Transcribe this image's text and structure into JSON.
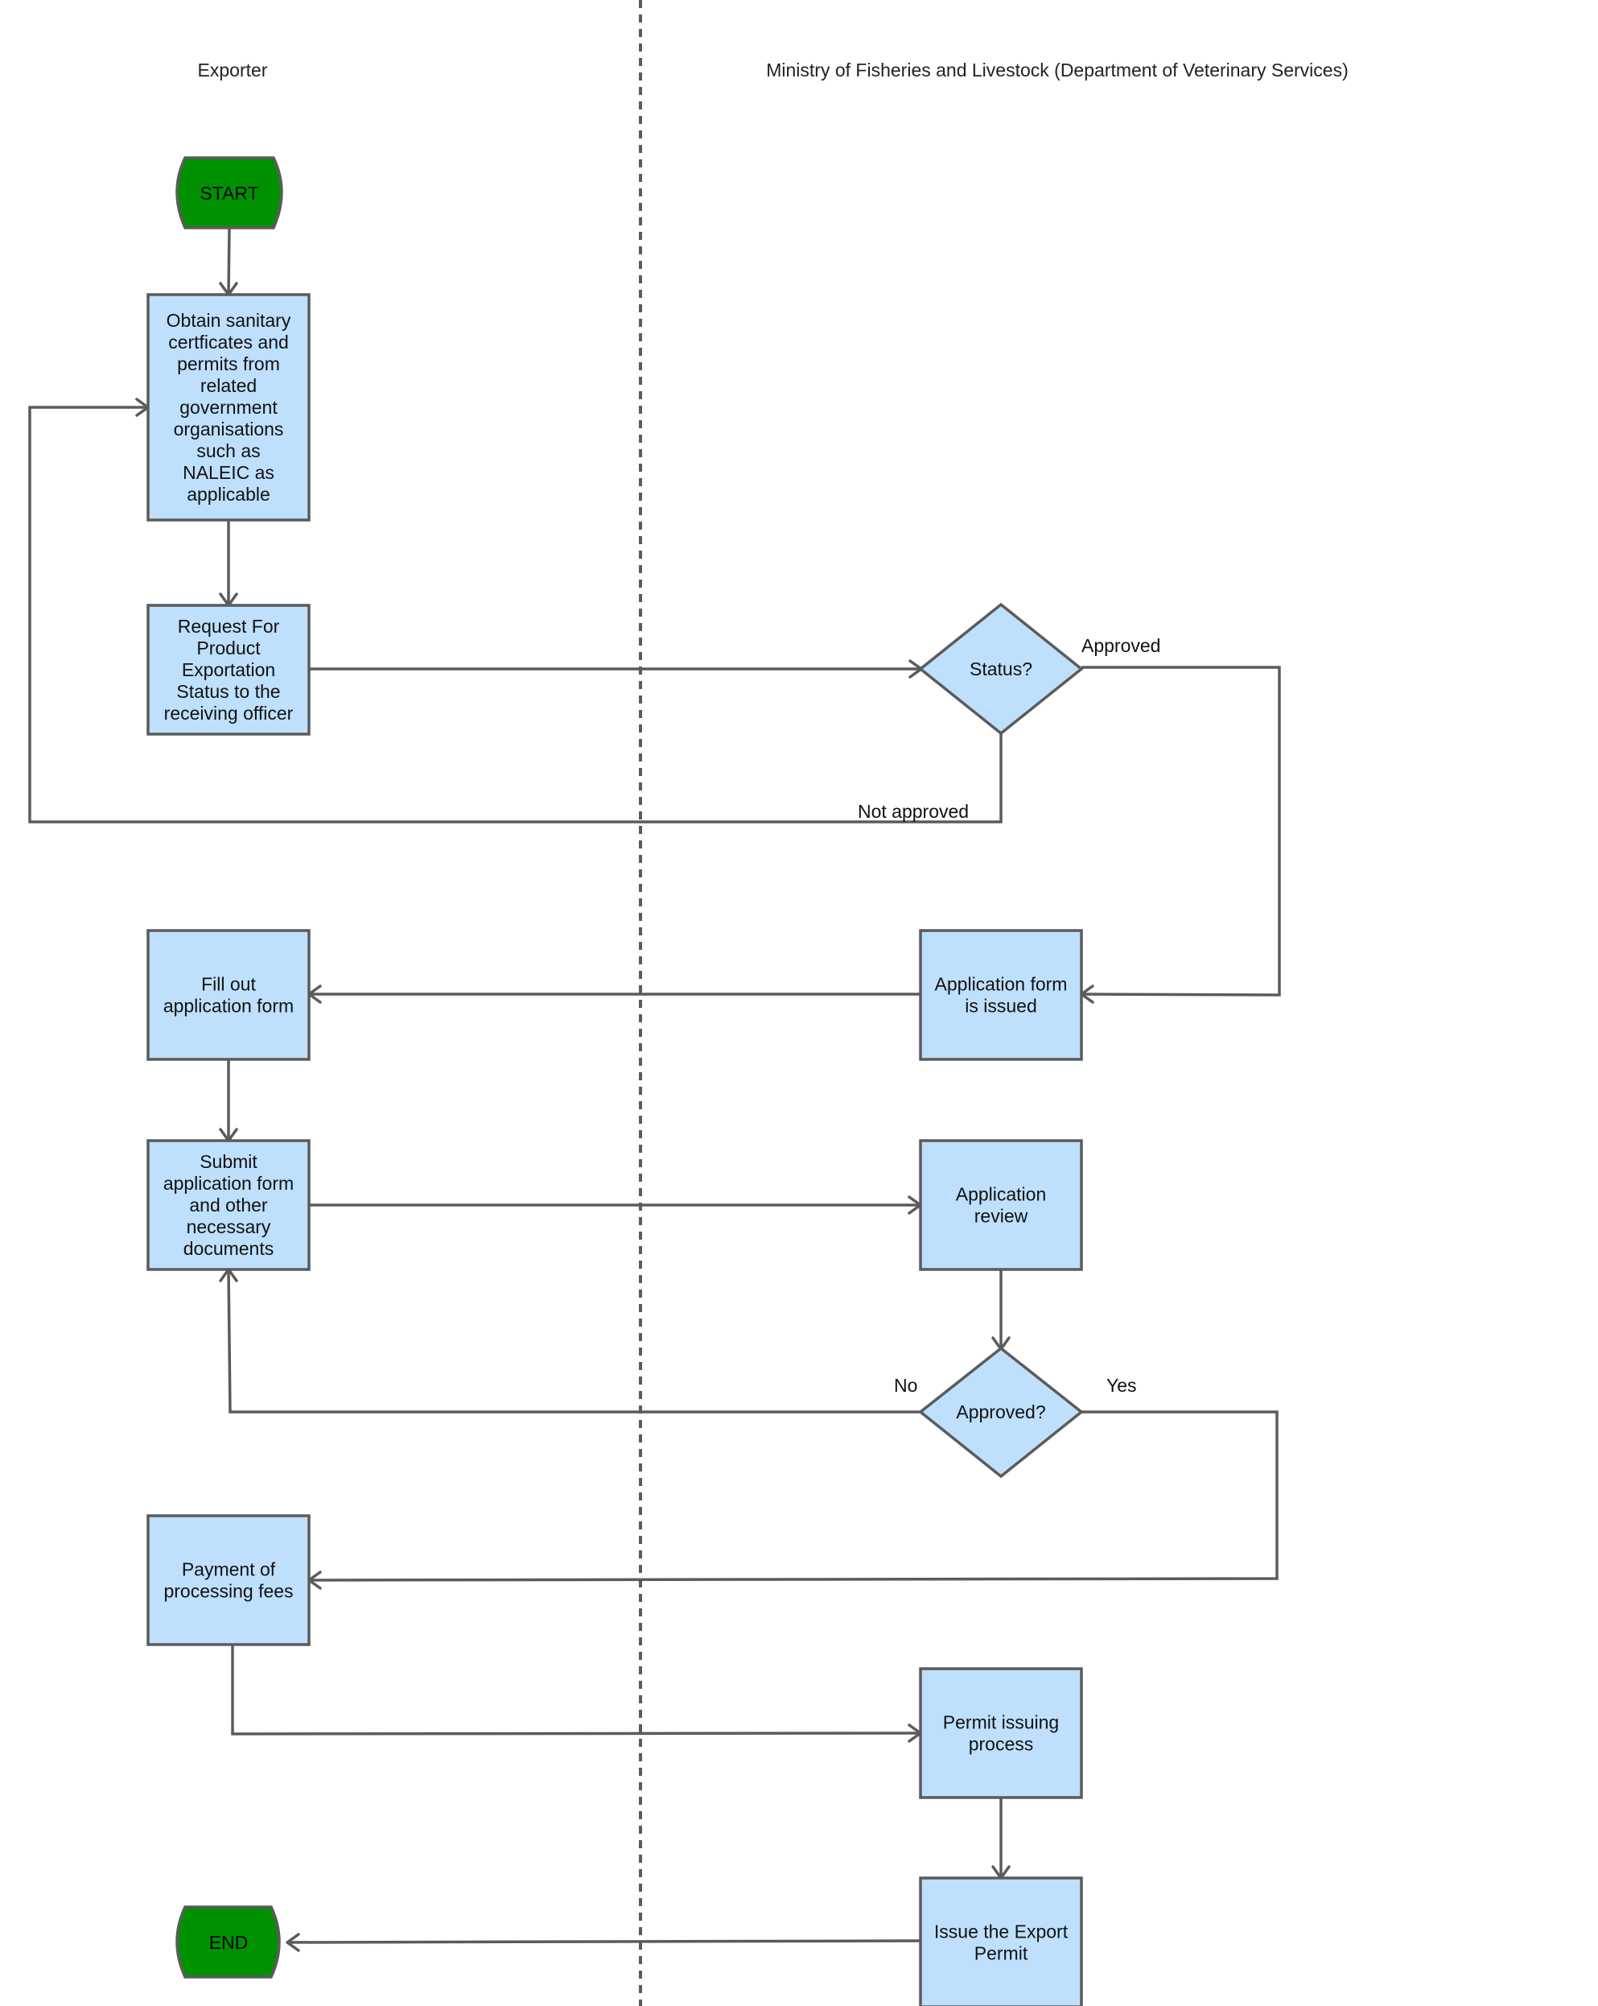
{
  "lanes": {
    "left_title": "Exporter",
    "right_title": "Ministry of Fisheries and Livestock (Department of Veterinary Services)"
  },
  "colors": {
    "box_fill": "#bfe0fc",
    "terminal_fill": "#009100",
    "stroke": "#5b5b5b"
  },
  "nodes": {
    "start": [
      "START"
    ],
    "obtain": [
      "Obtain sanitary",
      "certficates and",
      "permits from",
      "related",
      "government",
      "organisations",
      "such as",
      "NALEIC as",
      "applicable"
    ],
    "request": [
      "Request For",
      "Product",
      "Exportation",
      "Status to the",
      "receiving officer"
    ],
    "status": [
      "Status?"
    ],
    "issued": [
      "Application form",
      "is issued"
    ],
    "fill": [
      "Fill out",
      "application form"
    ],
    "submit": [
      "Submit",
      "application form",
      "and other",
      "necessary",
      "documents"
    ],
    "review": [
      "Application",
      "review"
    ],
    "approved": [
      "Approved?"
    ],
    "payment": [
      "Payment of",
      "processing fees"
    ],
    "permit": [
      "Permit issuing",
      "process"
    ],
    "issue": [
      "Issue the Export",
      "Permit"
    ],
    "end": [
      "END"
    ]
  },
  "edge_labels": {
    "approved": "Approved",
    "not_approved": "Not approved",
    "no": "No",
    "yes": "Yes"
  }
}
